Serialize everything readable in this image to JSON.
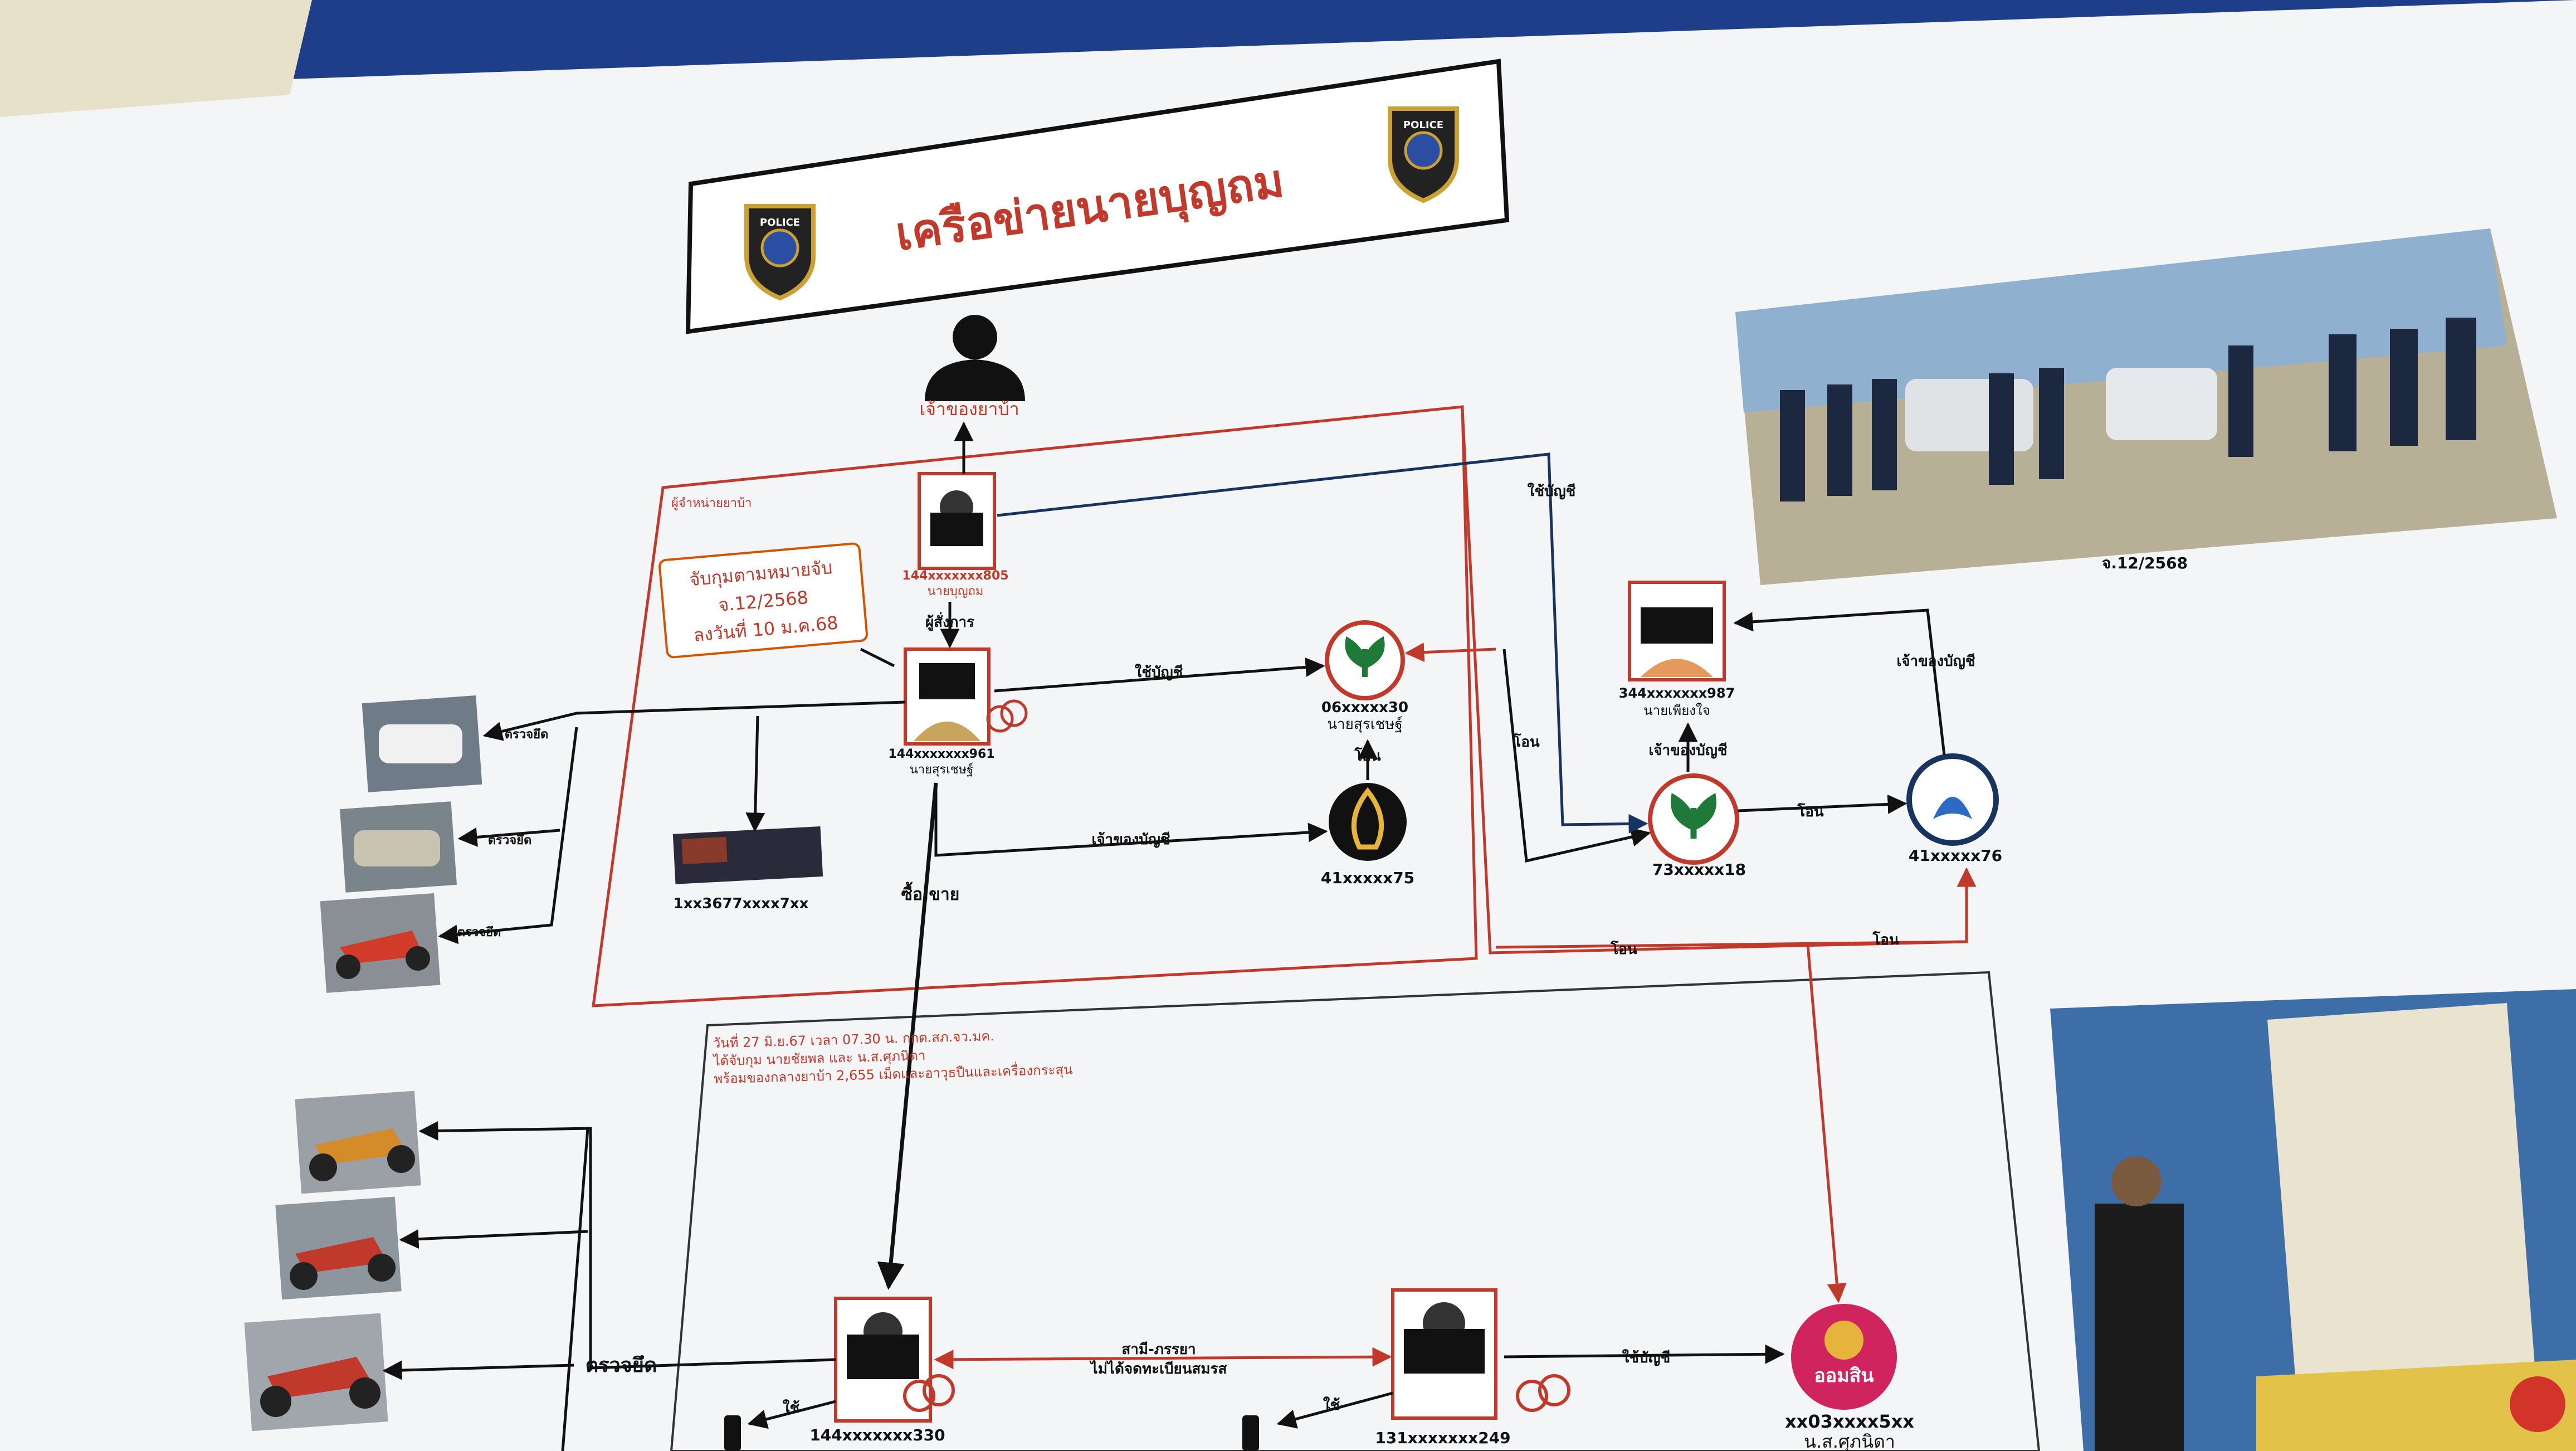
{
  "title": "เครือข่ายนายบุญถม",
  "police_badge_text": "POLICE",
  "top_owner_label": "เจ้าของยาบ้า",
  "left_box_tag": "ผู้จำหน่ายยาบ้า",
  "arrest_note": [
    "จับกุมตามหมายจับ",
    "จ.12/2568",
    "ลงวันที่ 10 ม.ค.68"
  ],
  "persons": {
    "p805": {
      "id": "144xxxxxxx805",
      "name": "นายบุญถม"
    },
    "p961": {
      "id": "144xxxxxxx961",
      "name": "นายสุรเชษฐ์"
    },
    "p987": {
      "id": "344xxxxxxx987",
      "name": "นายเพียงใจ"
    },
    "p330": {
      "id": "144xxxxxxx330"
    },
    "p249": {
      "id": "131xxxxxxx249"
    }
  },
  "accounts": {
    "kbank1": {
      "id": "06xxxxx30",
      "holder": "นายสุรเชษฐ์"
    },
    "ktb": {
      "id": "41xxxxx75"
    },
    "kbank2": {
      "id": "73xxxxx18"
    },
    "krungthai": {
      "id": "41xxxxx76"
    },
    "gsb": {
      "id": "xx03xxxx5xx",
      "holder": "น.ส.ศุภนิดา",
      "logo_text": "ออมสิน"
    },
    "social": {
      "id": "1xx3677xxxx7xx"
    }
  },
  "edges": {
    "order": "ผู้สั่งการ",
    "use_account": "ใช้บัญชี",
    "account_owner": "เจ้าของบัญชี",
    "transfer": "โอน",
    "buy_sell": "ซื้อ,ขาย",
    "seize": "ตรวจยึด",
    "use": "ใช้",
    "couple": [
      "สามี-ภรรยา",
      "ไม่ได้จดทะเบียนสมรส"
    ],
    "use_label_small": "ใช้"
  },
  "lower_note": [
    "วันที่ 27 มิ.ย.67 เวลา 07.30 น. กกต.สภ.จว.มค.",
    "ได้จับกุม นายชัยพล และ น.ส.ศุภนิดา",
    "พร้อมของกลางยาบ้า 2,655 เม็ดและอาวุธปืนและเครื่องกระสุน"
  ],
  "photo_caption": "จ.12/2568",
  "colors": {
    "red": "#c0392b",
    "navy": "#17335f",
    "green": "#1f7a3a",
    "gsb_pink": "#d0245e"
  }
}
